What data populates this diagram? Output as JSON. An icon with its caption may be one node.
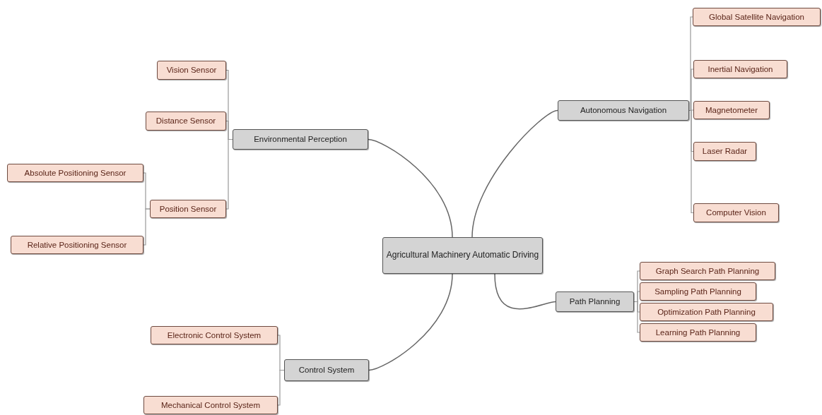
{
  "diagram": {
    "nodes": [
      {
        "text": [
          "Agricultural Machinery Automatic Driving"
        ]
      },
      {
        "text": [
          "Environmental Perception"
        ]
      },
      {
        "text": [
          "Vision Sensor"
        ]
      },
      {
        "text": [
          "Distance Sensor"
        ]
      },
      {
        "text": [
          "Position Sensor"
        ]
      },
      {
        "text": [
          "Absolute Positioning Sensor"
        ]
      },
      {
        "text": [
          "Relative Positioning Sensor"
        ]
      },
      {
        "text": [
          "Autonomous Navigation"
        ]
      },
      {
        "text": [
          "Global Satellite Navigation"
        ]
      },
      {
        "text": [
          "Inertial Navigation"
        ]
      },
      {
        "text": [
          "Magnetometer"
        ]
      },
      {
        "text": [
          "Laser Radar"
        ]
      },
      {
        "text": [
          "Computer Vision"
        ]
      },
      {
        "text": [
          "Path Planning"
        ]
      },
      {
        "text": [
          "Graph Search Path Planning"
        ]
      },
      {
        "text": [
          "Sampling Path Planning"
        ]
      },
      {
        "text": [
          "Optimization Path Planning"
        ]
      },
      {
        "text": [
          "Learning Path Planning"
        ]
      },
      {
        "text": [
          "Control System"
        ]
      },
      {
        "text": [
          "Electronic Control System"
        ]
      },
      {
        "text": [
          "Mechanical Control System"
        ]
      }
    ],
    "edges": [
      {
        "from": 0,
        "to": 1,
        "arrow": "none"
      },
      {
        "from": 0,
        "to": 7,
        "arrow": "none"
      },
      {
        "from": 0,
        "to": 13,
        "arrow": "none"
      },
      {
        "from": 0,
        "to": 18,
        "arrow": "none"
      },
      {
        "from": 1,
        "to": 2,
        "arrow": "none"
      },
      {
        "from": 1,
        "to": 3,
        "arrow": "none"
      },
      {
        "from": 1,
        "to": 4,
        "arrow": "none"
      },
      {
        "from": 4,
        "to": 5,
        "arrow": "none"
      },
      {
        "from": 4,
        "to": 6,
        "arrow": "none"
      },
      {
        "from": 7,
        "to": 8,
        "arrow": "none"
      },
      {
        "from": 7,
        "to": 9,
        "arrow": "none"
      },
      {
        "from": 7,
        "to": 10,
        "arrow": "none"
      },
      {
        "from": 7,
        "to": 11,
        "arrow": "none"
      },
      {
        "from": 7,
        "to": 12,
        "arrow": "none"
      },
      {
        "from": 13,
        "to": 14,
        "arrow": "none"
      },
      {
        "from": 13,
        "to": 15,
        "arrow": "none"
      },
      {
        "from": 13,
        "to": 16,
        "arrow": "none"
      },
      {
        "from": 13,
        "to": 17,
        "arrow": "none"
      },
      {
        "from": 18,
        "to": 19,
        "arrow": "none"
      },
      {
        "from": 18,
        "to": 20,
        "arrow": "none"
      }
    ]
  }
}
